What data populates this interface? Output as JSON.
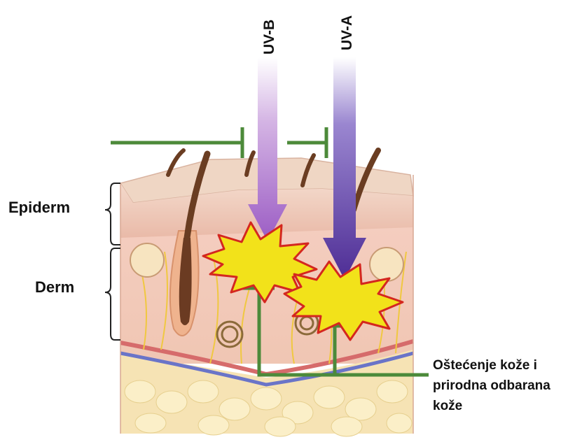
{
  "labels": {
    "uvb": "UV-B",
    "uva": "UV-A",
    "epiderm": "Epiderm",
    "derm": "Derm",
    "damage_line1": "Oštećenje kože i",
    "damage_line2": "prirodna odbarana",
    "damage_line3": "kože"
  },
  "colors": {
    "uvb": "#a871c8",
    "uva": "#5b3a9a",
    "inhibitor": "#4c8a3a",
    "burst_fill": "#f2e21a",
    "burst_stroke": "#d4271f"
  }
}
